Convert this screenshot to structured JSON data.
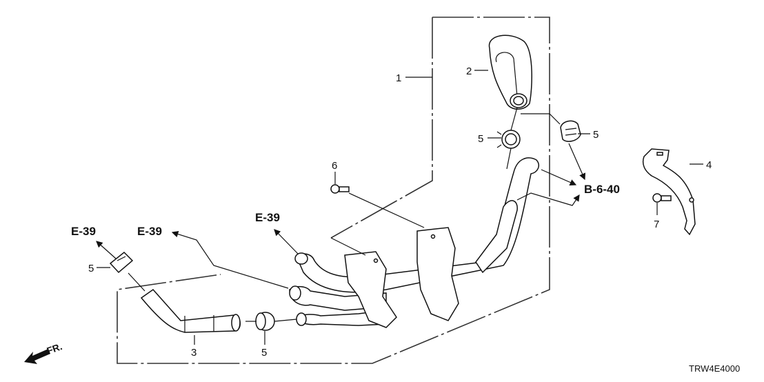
{
  "diagram": {
    "title_code": "TRW4E4000",
    "front_indicator": "FR.",
    "callouts": [
      {
        "id": "callout-1",
        "label": "1",
        "part": "water hose assembly"
      },
      {
        "id": "callout-2",
        "label": "2",
        "part": "upper hose"
      },
      {
        "id": "callout-3",
        "label": "3",
        "part": "lower hose"
      },
      {
        "id": "callout-4",
        "label": "4",
        "part": "bracket"
      },
      {
        "id": "callout-5a",
        "label": "5",
        "part": "clamp near hose 2"
      },
      {
        "id": "callout-5b",
        "label": "5",
        "part": "clip right"
      },
      {
        "id": "callout-5c",
        "label": "5",
        "part": "clip left"
      },
      {
        "id": "callout-5d",
        "label": "5",
        "part": "clamp lower"
      },
      {
        "id": "callout-6",
        "label": "6",
        "part": "bolt"
      },
      {
        "id": "callout-7",
        "label": "7",
        "part": "bolt"
      }
    ],
    "references": [
      {
        "id": "ref-e39-left",
        "label": "E-39"
      },
      {
        "id": "ref-e39-mid",
        "label": "E-39"
      },
      {
        "id": "ref-e39-center",
        "label": "E-39"
      },
      {
        "id": "ref-b640",
        "label": "B-6-40"
      }
    ]
  }
}
